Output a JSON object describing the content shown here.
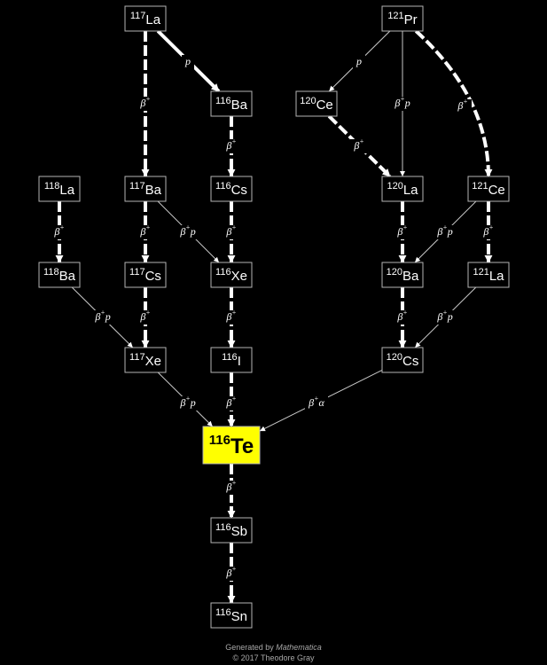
{
  "focus_nuclide": "116Te",
  "nuclides": [
    {
      "id": "117La",
      "mass": "117",
      "symbol": "La"
    },
    {
      "id": "121Pr",
      "mass": "121",
      "symbol": "Pr"
    },
    {
      "id": "116Ba",
      "mass": "116",
      "symbol": "Ba"
    },
    {
      "id": "120Ce",
      "mass": "120",
      "symbol": "Ce"
    },
    {
      "id": "118La",
      "mass": "118",
      "symbol": "La"
    },
    {
      "id": "117Ba",
      "mass": "117",
      "symbol": "Ba"
    },
    {
      "id": "116Cs",
      "mass": "116",
      "symbol": "Cs"
    },
    {
      "id": "120La",
      "mass": "120",
      "symbol": "La"
    },
    {
      "id": "121Ce",
      "mass": "121",
      "symbol": "Ce"
    },
    {
      "id": "118Ba",
      "mass": "118",
      "symbol": "Ba"
    },
    {
      "id": "117Cs",
      "mass": "117",
      "symbol": "Cs"
    },
    {
      "id": "116Xe",
      "mass": "116",
      "symbol": "Xe"
    },
    {
      "id": "120Ba",
      "mass": "120",
      "symbol": "Ba"
    },
    {
      "id": "121La",
      "mass": "121",
      "symbol": "La"
    },
    {
      "id": "117Xe",
      "mass": "117",
      "symbol": "Xe"
    },
    {
      "id": "116I",
      "mass": "116",
      "symbol": "I"
    },
    {
      "id": "120Cs",
      "mass": "120",
      "symbol": "Cs"
    },
    {
      "id": "116Te",
      "mass": "116",
      "symbol": "Te"
    },
    {
      "id": "116Sb",
      "mass": "116",
      "symbol": "Sb"
    },
    {
      "id": "116Sn",
      "mass": "116",
      "symbol": "Sn"
    }
  ],
  "decays": [
    {
      "from": "117La",
      "to": "116Ba",
      "mode": "p",
      "label": "p"
    },
    {
      "from": "117La",
      "to": "117Ba",
      "mode": "beta+",
      "label": "β+"
    },
    {
      "from": "121Pr",
      "to": "120Ce",
      "mode": "p",
      "label": "p"
    },
    {
      "from": "121Pr",
      "to": "120La",
      "mode": "beta+p",
      "label": "β+p"
    },
    {
      "from": "121Pr",
      "to": "121Ce",
      "mode": "beta+",
      "label": "β+"
    },
    {
      "from": "116Ba",
      "to": "116Cs",
      "mode": "beta+",
      "label": "β+"
    },
    {
      "from": "120Ce",
      "to": "120La",
      "mode": "beta+",
      "label": "β+"
    },
    {
      "from": "118La",
      "to": "118Ba",
      "mode": "beta+",
      "label": "β+"
    },
    {
      "from": "117Ba",
      "to": "117Cs",
      "mode": "beta+",
      "label": "β+"
    },
    {
      "from": "117Ba",
      "to": "116Xe",
      "mode": "beta+p",
      "label": "β+p"
    },
    {
      "from": "116Cs",
      "to": "116Xe",
      "mode": "beta+",
      "label": "β+"
    },
    {
      "from": "120La",
      "to": "120Ba",
      "mode": "beta+",
      "label": "β+"
    },
    {
      "from": "121Ce",
      "to": "120Ba",
      "mode": "beta+p",
      "label": "β+p"
    },
    {
      "from": "121Ce",
      "to": "121La",
      "mode": "beta+",
      "label": "β+"
    },
    {
      "from": "118Ba",
      "to": "117Xe",
      "mode": "beta+p",
      "label": "β+p"
    },
    {
      "from": "117Cs",
      "to": "117Xe",
      "mode": "beta+",
      "label": "β+"
    },
    {
      "from": "116Xe",
      "to": "116I",
      "mode": "beta+",
      "label": "β+"
    },
    {
      "from": "120Ba",
      "to": "120Cs",
      "mode": "beta+",
      "label": "β+"
    },
    {
      "from": "121La",
      "to": "120Cs",
      "mode": "beta+p",
      "label": "β+p"
    },
    {
      "from": "117Xe",
      "to": "116Te",
      "mode": "beta+p",
      "label": "β+p"
    },
    {
      "from": "116I",
      "to": "116Te",
      "mode": "beta+",
      "label": "β+"
    },
    {
      "from": "120Cs",
      "to": "116Te",
      "mode": "beta+alpha",
      "label": "β+α"
    },
    {
      "from": "116Te",
      "to": "116Sb",
      "mode": "beta+",
      "label": "β+"
    },
    {
      "from": "116Sb",
      "to": "116Sn",
      "mode": "beta+",
      "label": "β+"
    }
  ],
  "footer": {
    "generated_prefix": "Generated by ",
    "generated_app": "Mathematica",
    "copyright": "© 2017 Theodore Gray"
  },
  "colors": {
    "background": "#000000",
    "focus_fill": "#ffff00",
    "node_border": "#b4b4b4",
    "text": "#ffffff",
    "footer_text": "#a8a8a8"
  }
}
